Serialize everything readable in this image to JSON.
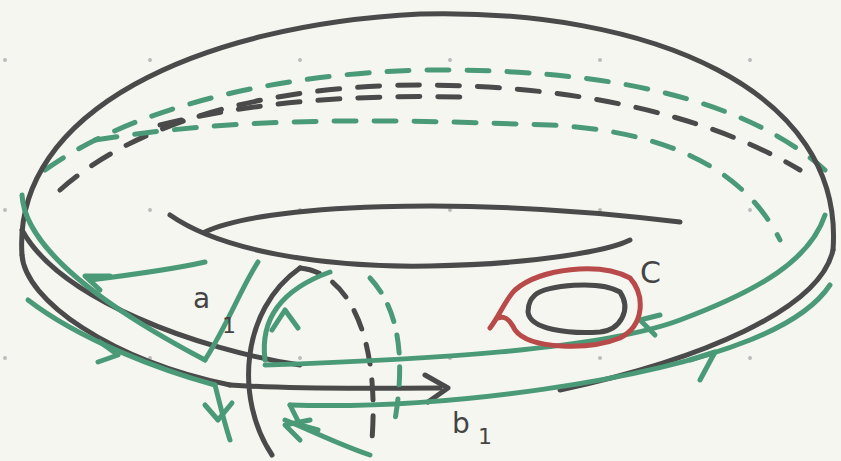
{
  "diagram": {
    "labels": [
      "a",
      "1",
      "b",
      "1",
      "C"
    ]
  }
}
